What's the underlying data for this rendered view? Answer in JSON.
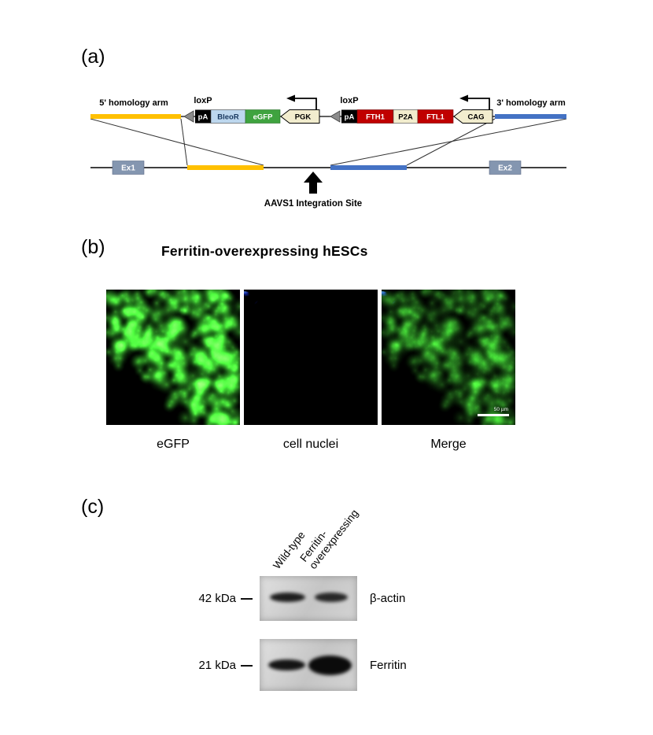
{
  "figure": {
    "panel_a": {
      "label": "(a)",
      "left_arm": "5' homology arm",
      "right_arm": "3' homology arm",
      "loxp1": "loxP",
      "loxp2": "loxP",
      "pa1": "pA",
      "bleor": "BleoR",
      "egfp": "eGFP",
      "pgk": "PGK",
      "pa2": "pA",
      "fth1": "FTH1",
      "p2a": "P2A",
      "ftl1": "FTL1",
      "cag": "CAG",
      "ex1": "Ex1",
      "ex2": "Ex2",
      "integration_site": "AAVS1 Integration Site"
    },
    "panel_b": {
      "label": "(b)",
      "title": "Ferritin-overexpressing hESCs",
      "captions": [
        "eGFP",
        "cell nuclei",
        "Merge"
      ],
      "scale_bar": "50 µm"
    },
    "panel_c": {
      "label": "(c)",
      "lanes": {
        "lane1": "Wild-type",
        "lane2_line1": "Ferritin-",
        "lane2_line2": "overexpressing"
      },
      "blot1": {
        "marker": "42 kDa",
        "protein": "β-actin"
      },
      "blot2": {
        "marker": "21 kDa",
        "protein": "Ferritin"
      }
    },
    "colors": {
      "homology_arm_5": "#FFC000",
      "homology_arm_3": "#4472C4",
      "egfp_green": "#3FA33F",
      "ferritin_red": "#C00000",
      "promoter_cream": "#F2EDCE",
      "exon_blue_gray": "#8496B0"
    }
  }
}
